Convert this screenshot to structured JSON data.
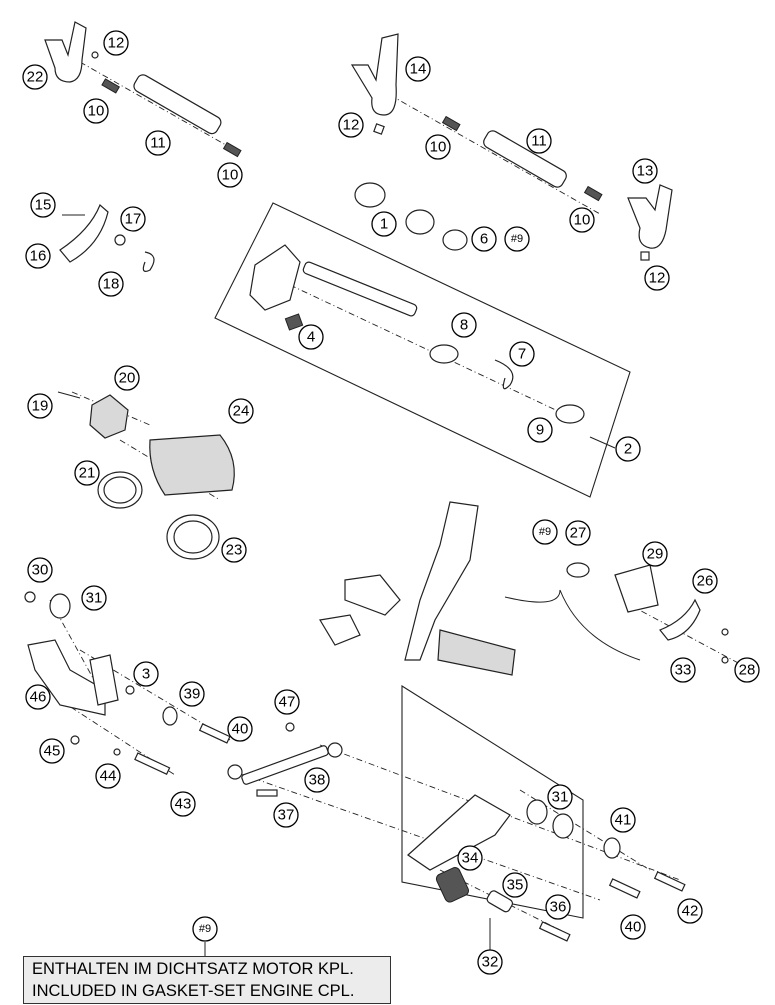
{
  "diagram": {
    "callouts": [
      "1",
      "2",
      "3",
      "4",
      "6",
      "7",
      "8",
      "9",
      "10",
      "11",
      "12",
      "13",
      "14",
      "15",
      "16",
      "17",
      "18",
      "19",
      "20",
      "21",
      "22",
      "23",
      "24",
      "26",
      "27",
      "28",
      "29",
      "30",
      "31",
      "32",
      "33",
      "34",
      "35",
      "36",
      "37",
      "38",
      "39",
      "40",
      "41",
      "42",
      "43",
      "44",
      "45",
      "46",
      "47"
    ],
    "marker": "#9",
    "note": {
      "line_de": "ENTHALTEN IM DICHTSATZ MOTOR KPL.",
      "line_en": "INCLUDED IN GASKET-SET ENGINE CPL."
    }
  }
}
